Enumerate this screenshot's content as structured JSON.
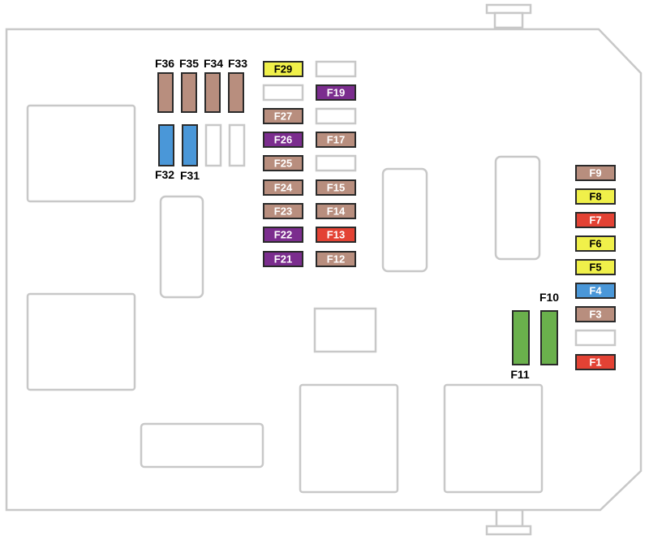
{
  "colors": {
    "outline": "#c8c8c8",
    "yellow": "#f0f04a",
    "purple": "#7b2d8e",
    "tan": "#b88e7e",
    "red": "#e34234",
    "blue": "#4a97d8",
    "green": "#6ab04c"
  },
  "fuses": {
    "F29": {
      "label": "F29",
      "color": "yellow",
      "text_color": "#000000"
    },
    "F19": {
      "label": "F19",
      "color": "purple",
      "text_color": "#ffffff"
    },
    "F27": {
      "label": "F27",
      "color": "tan",
      "text_color": "#ffffff"
    },
    "F26": {
      "label": "F26",
      "color": "purple",
      "text_color": "#ffffff"
    },
    "F17": {
      "label": "F17",
      "color": "tan",
      "text_color": "#ffffff"
    },
    "F25": {
      "label": "F25",
      "color": "tan",
      "text_color": "#ffffff"
    },
    "F24": {
      "label": "F24",
      "color": "tan",
      "text_color": "#ffffff"
    },
    "F15": {
      "label": "F15",
      "color": "tan",
      "text_color": "#ffffff"
    },
    "F23": {
      "label": "F23",
      "color": "tan",
      "text_color": "#ffffff"
    },
    "F14": {
      "label": "F14",
      "color": "tan",
      "text_color": "#ffffff"
    },
    "F22": {
      "label": "F22",
      "color": "purple",
      "text_color": "#ffffff"
    },
    "F13": {
      "label": "F13",
      "color": "red",
      "text_color": "#ffffff"
    },
    "F21": {
      "label": "F21",
      "color": "purple",
      "text_color": "#ffffff"
    },
    "F12": {
      "label": "F12",
      "color": "tan",
      "text_color": "#ffffff"
    },
    "F9": {
      "label": "F9",
      "color": "tan",
      "text_color": "#ffffff"
    },
    "F8": {
      "label": "F8",
      "color": "yellow",
      "text_color": "#000000"
    },
    "F7": {
      "label": "F7",
      "color": "red",
      "text_color": "#ffffff"
    },
    "F6": {
      "label": "F6",
      "color": "yellow",
      "text_color": "#000000"
    },
    "F5": {
      "label": "F5",
      "color": "yellow",
      "text_color": "#000000"
    },
    "F4": {
      "label": "F4",
      "color": "blue",
      "text_color": "#ffffff"
    },
    "F3": {
      "label": "F3",
      "color": "tan",
      "text_color": "#ffffff"
    },
    "F1": {
      "label": "F1",
      "color": "red",
      "text_color": "#ffffff"
    },
    "F36": {
      "label": "F36",
      "color": "tan"
    },
    "F35": {
      "label": "F35",
      "color": "tan"
    },
    "F34": {
      "label": "F34",
      "color": "tan"
    },
    "F33": {
      "label": "F33",
      "color": "tan"
    },
    "F32": {
      "label": "F32",
      "color": "blue"
    },
    "F31": {
      "label": "F31",
      "color": "blue"
    },
    "F11": {
      "label": "F11",
      "color": "green"
    },
    "F10": {
      "label": "F10",
      "color": "green"
    }
  }
}
